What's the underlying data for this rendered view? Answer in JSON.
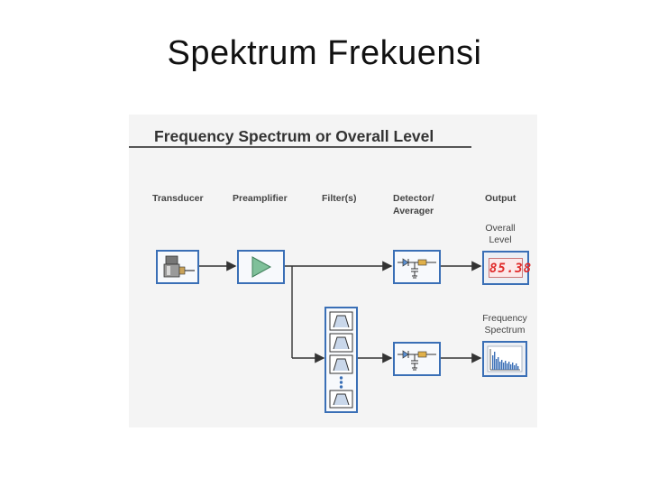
{
  "slide": {
    "title": "Spektrum Frekuensi"
  },
  "figure": {
    "title": "Frequency Spectrum or Overall Level",
    "columns": {
      "transducer": "Transducer",
      "preamplifier": "Preamplifier",
      "filters": "Filter(s)",
      "detector_line1": "Detector/",
      "detector_line2": "Averager",
      "output": "Output"
    },
    "outputs": {
      "overall_line1": "Overall",
      "overall_line2": "Level",
      "overall_value": "85.38",
      "spectrum_line1": "Frequency",
      "spectrum_line2": "Spectrum"
    },
    "colors": {
      "block_border": "#3a6fb6",
      "wire": "#333333",
      "lcd_digits": "#e02a2a",
      "amp_triangle": "#7fc09a",
      "resistor": "#e0b04a"
    },
    "icons": {
      "transducer": "accelerometer-icon",
      "preamplifier": "amplifier-triangle-icon",
      "filter": "bandpass-filter-icon",
      "detector": "diode-rc-detector-icon",
      "spectrum": "spectrum-bars-icon"
    }
  }
}
